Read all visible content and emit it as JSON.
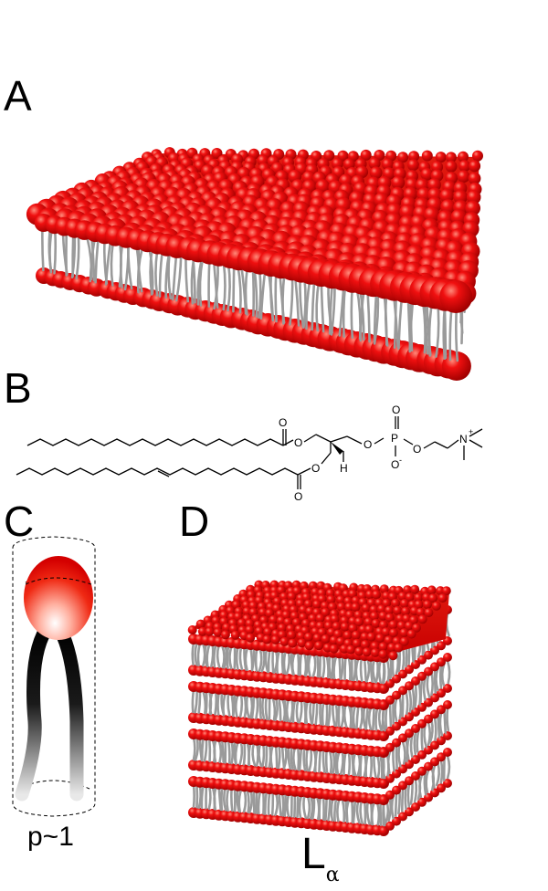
{
  "panels": {
    "a": {
      "label": "A"
    },
    "b": {
      "label": "B",
      "atoms": {
        "o1": "O",
        "o2": "O",
        "o3": "O",
        "o4": "O",
        "o5": "O",
        "p": "P",
        "h": "H",
        "n": "N",
        "o_minus": "O",
        "minus": "-",
        "plus": "+"
      }
    },
    "c": {
      "label": "C",
      "caption": "p~1"
    },
    "d": {
      "label": "D",
      "caption_main": "L",
      "caption_sub": "α"
    }
  },
  "colors": {
    "head_red": "#e00000",
    "head_highlight": "#ff7a6a",
    "tail_grey": "#9a9a9a",
    "tail_black": "#111111"
  }
}
